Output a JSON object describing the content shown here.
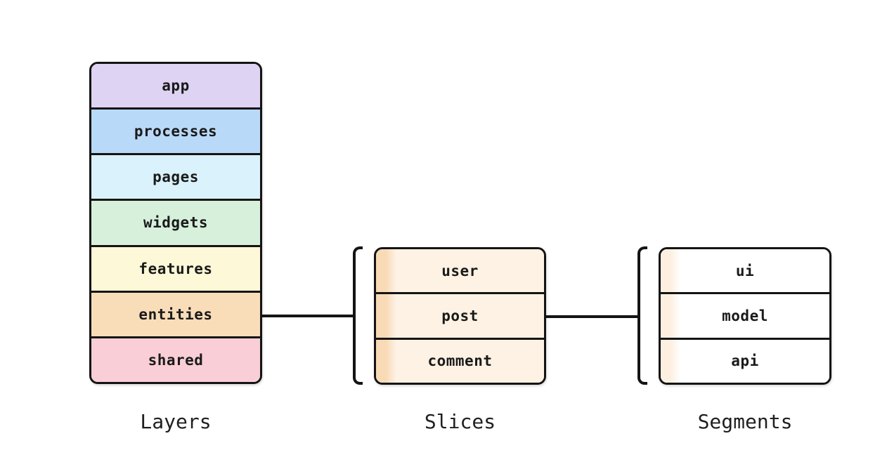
{
  "diagram": {
    "stroke_color": "#141414",
    "background": "#ffffff",
    "layers": {
      "caption": "Layers",
      "rows": [
        {
          "label": "app",
          "bg": "#ded3f2"
        },
        {
          "label": "processes",
          "bg": "#b9d9f8"
        },
        {
          "label": "pages",
          "bg": "#d9f2fb"
        },
        {
          "label": "widgets",
          "bg": "#d7f0dc"
        },
        {
          "label": "features",
          "bg": "#fdf8d7"
        },
        {
          "label": "entities",
          "bg": "#f9ddb9"
        },
        {
          "label": "shared",
          "bg": "#f9ced6"
        }
      ]
    },
    "slices": {
      "caption": "Slices",
      "row_bg": "#fdf2e4",
      "strip_color": "#f8dab6",
      "rows": [
        {
          "label": "user"
        },
        {
          "label": "post"
        },
        {
          "label": "comment"
        }
      ]
    },
    "segments": {
      "caption": "Segments",
      "row_bg": "#ffffff",
      "strip_color": "#fdf0e1",
      "rows": [
        {
          "label": "ui"
        },
        {
          "label": "model"
        },
        {
          "label": "api"
        }
      ]
    }
  }
}
